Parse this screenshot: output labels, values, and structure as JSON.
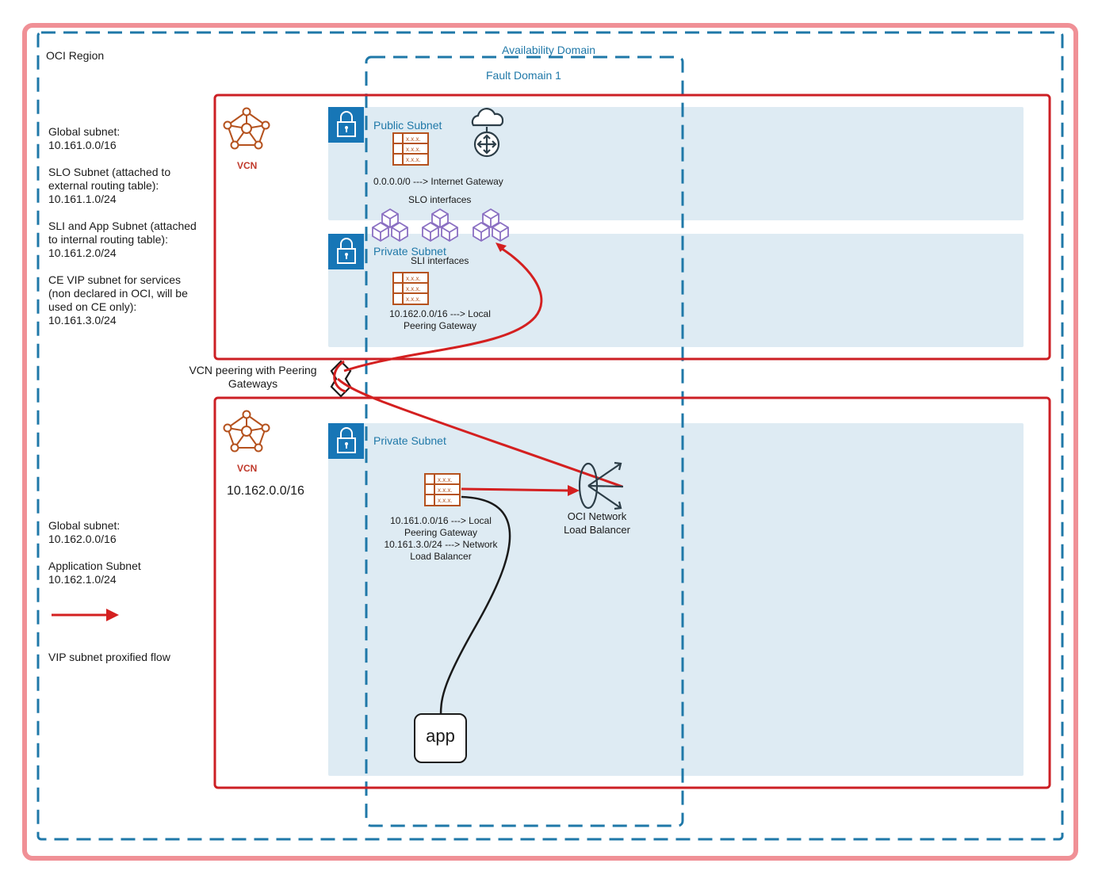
{
  "region": {
    "label": "OCI Region"
  },
  "availability_domain": {
    "label": "Availability Domain"
  },
  "fault_domain": {
    "label": "Fault Domain 1"
  },
  "vcn1": {
    "name": "VCN",
    "public_subnet": {
      "title": "Public Subnet",
      "route": "0.0.0.0/0 ---> Internet Gateway",
      "slo_label": "SLO interfaces"
    },
    "private_subnet": {
      "title": "Private Subnet",
      "sli_label": "SLI interfaces",
      "route_line1": "10.162.0.0/16 ---> Local",
      "route_line2": "Peering Gateway"
    }
  },
  "peering": {
    "line1": "VCN peering with Peering",
    "line2": "Gateways"
  },
  "vcn2": {
    "name": "VCN",
    "cidr": "10.162.0.0/16",
    "private_subnet": {
      "title": "Private Subnet",
      "route_line1": "10.161.0.0/16 ---> Local",
      "route_line2": "Peering Gateway",
      "route_line3": "10.161.3.0/24 ---> Network",
      "route_line4": "Load Balancer"
    },
    "nlb_line1": "OCI Network",
    "nlb_line2": "Load Balancer",
    "app_label": "app"
  },
  "left_notes": {
    "global1_title": "Global subnet:",
    "global1_value": "10.161.0.0/16",
    "slo_line1": "SLO Subnet (attached to",
    "slo_line2": "external routing table):",
    "slo_value": "10.161.1.0/24",
    "sli_line1": "SLI and App Subnet (attached",
    "sli_line2": "to internal routing table):",
    "sli_value": "10.161.2.0/24",
    "vip_line1": "CE VIP subnet for services",
    "vip_line2": "(non declared in OCI, will be",
    "vip_line3": "used on CE only):",
    "vip_value": "10.161.3.0/24",
    "global2_title": "Global subnet:",
    "global2_value": "10.162.0.0/16",
    "app_title": "Application Subnet",
    "app_value": "10.162.1.0/24",
    "legend_label": "VIP subnet proxified flow"
  },
  "colors": {
    "region_border": "#f09096",
    "dash_blue": "#1f78a8",
    "vcn_border": "#cc1f24",
    "subnet_fill": "#deebf3",
    "lock_fill": "#1776b6",
    "vcn_icon": "#b5521e",
    "table_icon": "#b5521e",
    "interface_icon": "#8a6fc2",
    "flow_red": "#d42020"
  }
}
